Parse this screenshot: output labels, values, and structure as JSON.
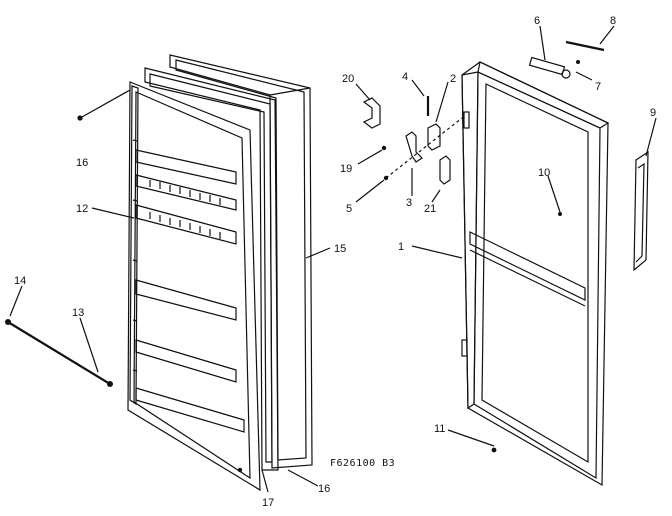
{
  "diagram": {
    "drawing_code": "F626100 B3",
    "callouts": {
      "c1": "1",
      "c2": "2",
      "c3": "3",
      "c4": "4",
      "c5": "5",
      "c6": "6",
      "c7": "7",
      "c8": "8",
      "c9": "9",
      "c10": "10",
      "c11": "11",
      "c12": "12",
      "c13": "13",
      "c14": "14",
      "c15": "15",
      "c16a": "16",
      "c16b": "16",
      "c17": "17",
      "c19": "19",
      "c20": "20",
      "c21": "21"
    }
  }
}
